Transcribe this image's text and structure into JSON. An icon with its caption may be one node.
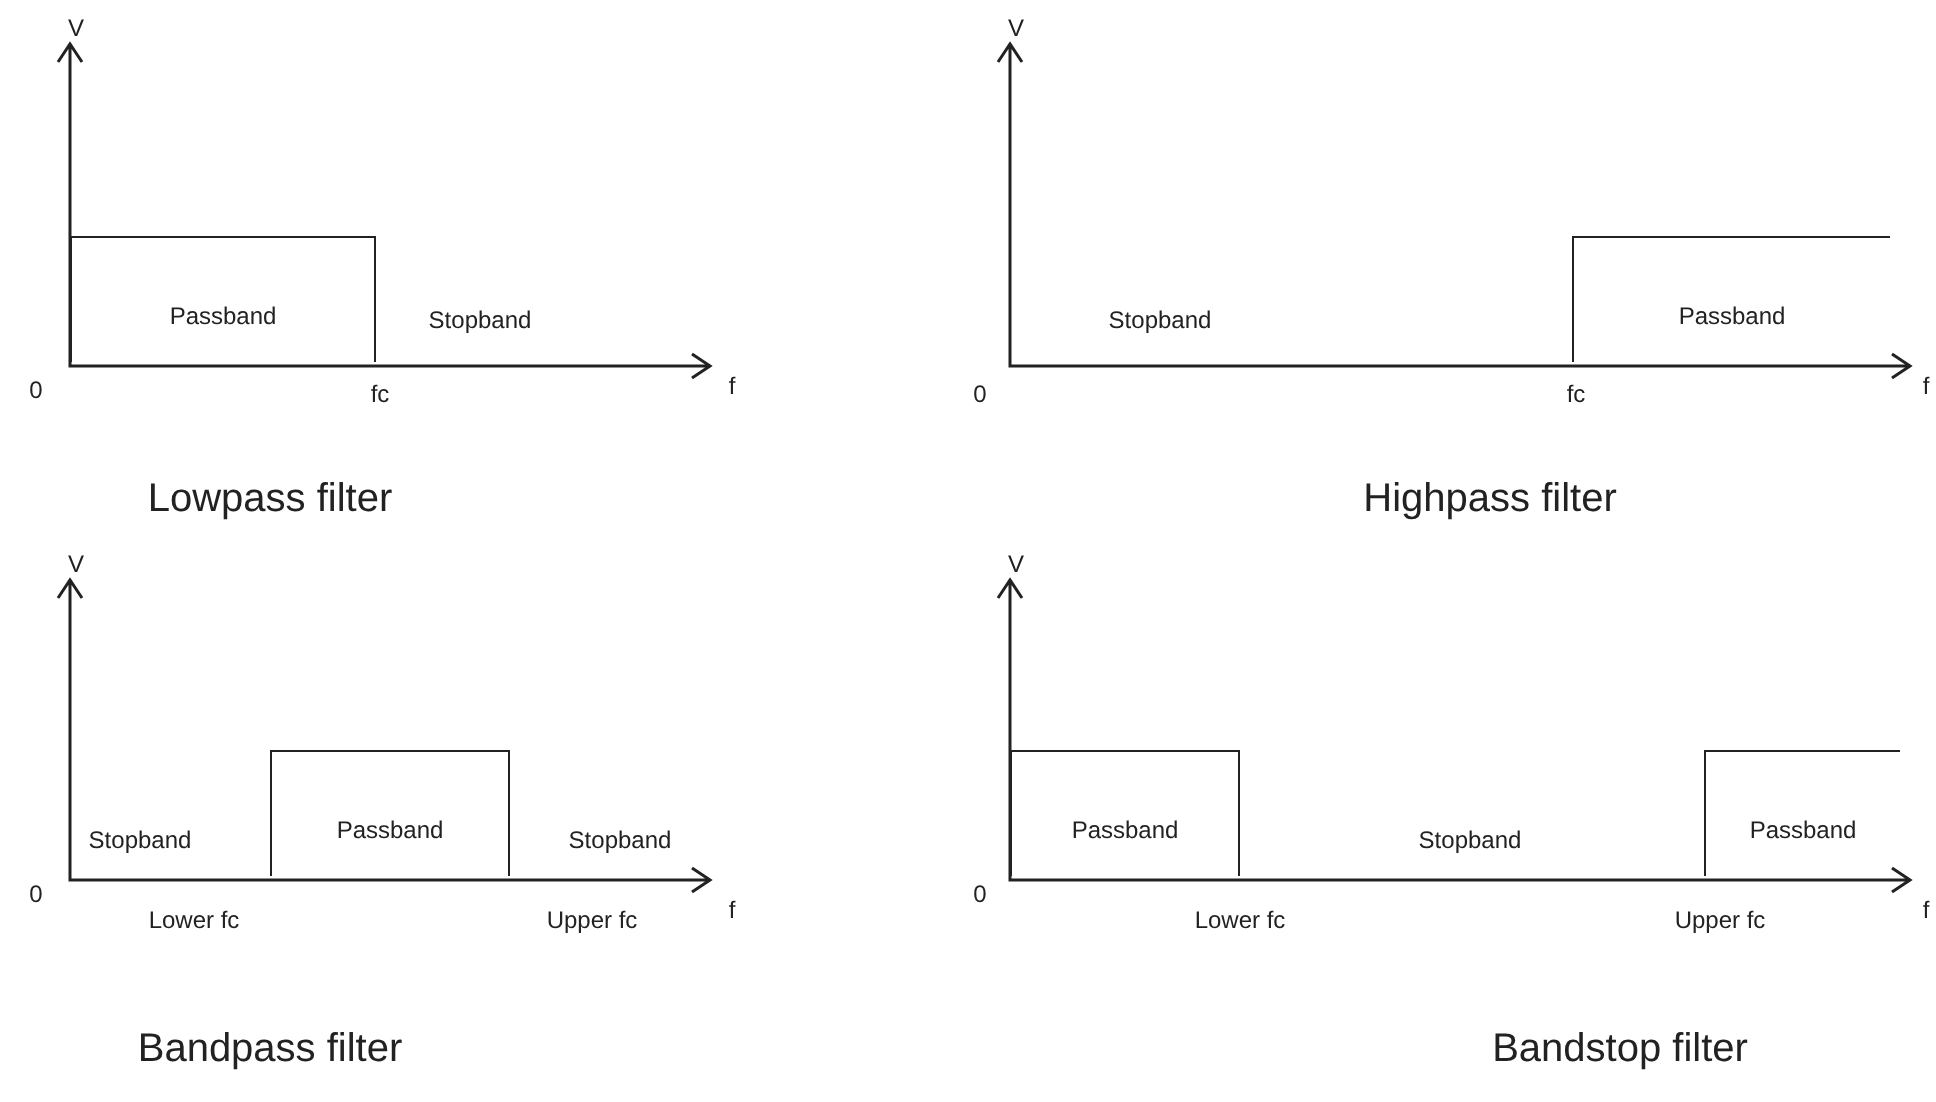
{
  "diagram": {
    "nodes": [
      {
        "text": [
          "Passband"
        ]
      },
      {
        "text": [
          "Passband"
        ]
      },
      {
        "text": [
          "Passband"
        ]
      },
      {
        "text": [
          "Passband"
        ]
      },
      {
        "text": [
          "Passband"
        ]
      }
    ],
    "labels": [
      "V",
      "Stopband",
      "0",
      "fc",
      "f",
      "Lowpass filter",
      "V",
      "Stopband",
      "0",
      "fc",
      "f",
      "Highpass filter",
      "V",
      "Stopband",
      "Stopband",
      "0",
      "Lower fc",
      "Upper fc",
      "f",
      "Bandpass filter",
      "V",
      "Stopband",
      "0",
      "Lower fc",
      "Upper fc",
      "f",
      "Bandstop filter"
    ]
  }
}
